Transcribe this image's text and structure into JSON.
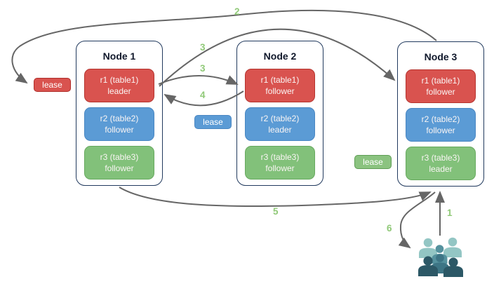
{
  "diagram": {
    "nodes": [
      {
        "title": "Node 1",
        "replicas": [
          {
            "name": "r1 (table1)",
            "role": "leader",
            "color": "red"
          },
          {
            "name": "r2 (table2)",
            "role": "follower",
            "color": "blue"
          },
          {
            "name": "r3 (table3)",
            "role": "follower",
            "color": "green"
          }
        ]
      },
      {
        "title": "Node 2",
        "replicas": [
          {
            "name": "r1 (table1)",
            "role": "follower",
            "color": "red"
          },
          {
            "name": "r2 (table2)",
            "role": "leader",
            "color": "blue"
          },
          {
            "name": "r3 (table3)",
            "role": "follower",
            "color": "green"
          }
        ]
      },
      {
        "title": "Node 3",
        "replicas": [
          {
            "name": "r1 (table1)",
            "role": "follower",
            "color": "red"
          },
          {
            "name": "r2 (table2)",
            "role": "follower",
            "color": "blue"
          },
          {
            "name": "r3 (table3)",
            "role": "leader",
            "color": "green"
          }
        ]
      }
    ],
    "leases": [
      {
        "label": "lease",
        "color": "red"
      },
      {
        "label": "lease",
        "color": "blue"
      },
      {
        "label": "lease",
        "color": "green"
      }
    ],
    "steps": {
      "s1": "1",
      "s2": "2",
      "s3a": "3",
      "s3b": "3",
      "s4": "4",
      "s5": "5",
      "s6": "6"
    },
    "icons": [
      {
        "name": "users-icon"
      }
    ]
  },
  "colors": {
    "replica_red": "#d9534f",
    "replica_blue": "#5b9bd5",
    "replica_green": "#82c17a",
    "lease_green": "#8bc380",
    "step_label_green": "#90c978",
    "node_border": "#223a5e",
    "arrow_gray": "#666666",
    "people_light_teal": "#93c6c4",
    "people_mid_teal": "#55929e",
    "people_mid_dark_teal": "#3d7585",
    "people_dark_teal": "#2c5866",
    "background": "#ffffff"
  }
}
